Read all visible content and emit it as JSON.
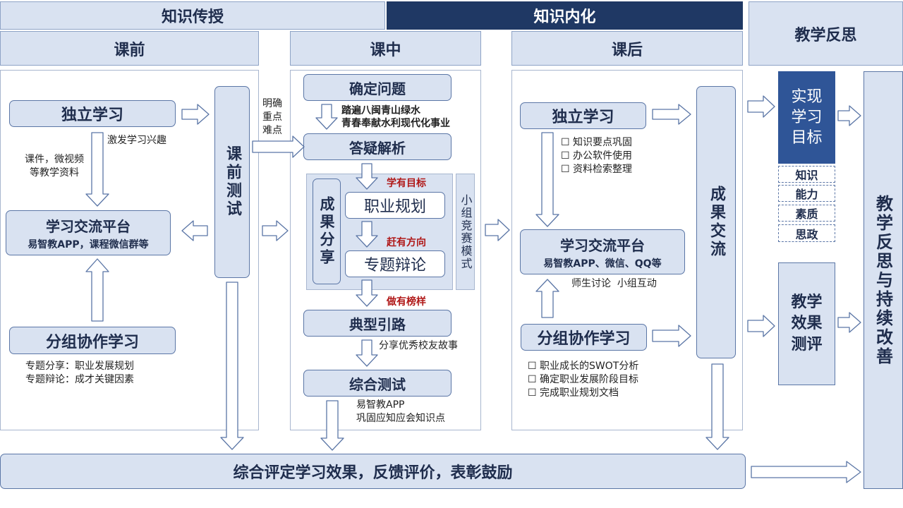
{
  "headers": {
    "knowledge_transfer": "知识传授",
    "knowledge_internalize": "知识内化",
    "teaching_reflection": "教学反思",
    "pre_class": "课前",
    "in_class": "课中",
    "post_class": "课后"
  },
  "pre": {
    "independent_study": "独立学习",
    "interest_note": "激发学习兴趣",
    "materials_note": "课件，微视频\n等教学资料",
    "platform_title": "学习交流平台",
    "platform_sub": "易智教APP，课程微信群等",
    "group_study": "分组协作学习",
    "group_notes": [
      "专题分享：职业发展规划",
      "专题辩论：成才关键因素"
    ],
    "pretest": "课前测试"
  },
  "mid": {
    "side_note": "明确\n重点\n难点",
    "define_problem": "确定问题",
    "define_notes": [
      "踏遍八闽青山绿水",
      "青春奉献水利现代化事业"
    ],
    "qa": "答疑解析",
    "sharing": "成果分享",
    "career_planning": "职业规划",
    "debate": "专题辩论",
    "goal_label": "学有目标",
    "direction_label": "赶有方向",
    "role_model_label": "做有榜样",
    "competition": "小组竞赛模式",
    "typical": "典型引路",
    "typical_note": "分享优秀校友故事",
    "test": "综合测试",
    "test_notes": [
      "易智教APP",
      "巩固应知应会知识点"
    ]
  },
  "post": {
    "independent_study": "独立学习",
    "independent_items": [
      "知识要点巩固",
      "办公软件使用",
      "资料检索整理"
    ],
    "platform_title": "学习交流平台",
    "platform_sub": "易智教APP、微信、QQ等",
    "discussion_note": "师生讨论  小组互动",
    "group_study": "分组协作学习",
    "group_items": [
      "职业成长的SWOT分析",
      "确定职业发展阶段目标",
      "完成职业规划文档"
    ],
    "results_exchange": "成果交流"
  },
  "reflect": {
    "goal_title": "实现\n学习\n目标",
    "goal_tags": [
      "知识",
      "能力",
      "素质",
      "思政"
    ],
    "evaluation": "教学\n效果\n测评",
    "continuous": "教学反思与持续改善"
  },
  "bottom": "综合评定学习效果，反馈评价，表彰鼓励",
  "colors": {
    "header_light": "#d9e2f1",
    "header_dark": "#1f3864",
    "box_border": "#5b76a6",
    "accent_red": "#b01818"
  }
}
